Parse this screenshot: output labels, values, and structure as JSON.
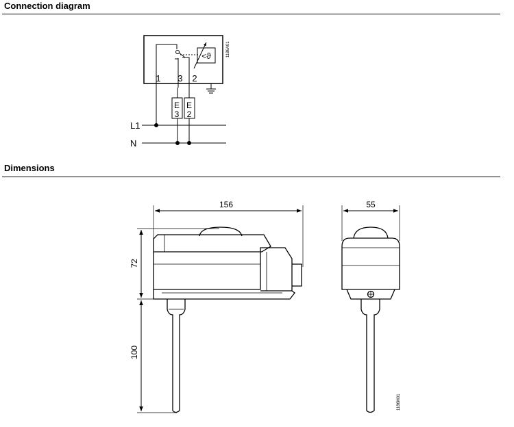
{
  "sections": {
    "connection": {
      "title": "Connection diagram"
    },
    "dimensions": {
      "title": "Dimensions"
    }
  },
  "connection_diagram": {
    "drawing_id": "1186A01",
    "terminals": [
      "1",
      "3",
      "2"
    ],
    "symbol": "<ϑ",
    "loads": [
      {
        "top": "E",
        "bottom": "3"
      },
      {
        "top": "E",
        "bottom": "2"
      }
    ],
    "lines": {
      "phase": "L1",
      "neutral": "N"
    }
  },
  "dimensions_drawing": {
    "drawing_id": "1186M01",
    "width": "156",
    "side_width": "55",
    "height_housing": "72",
    "height_stem": "100"
  }
}
